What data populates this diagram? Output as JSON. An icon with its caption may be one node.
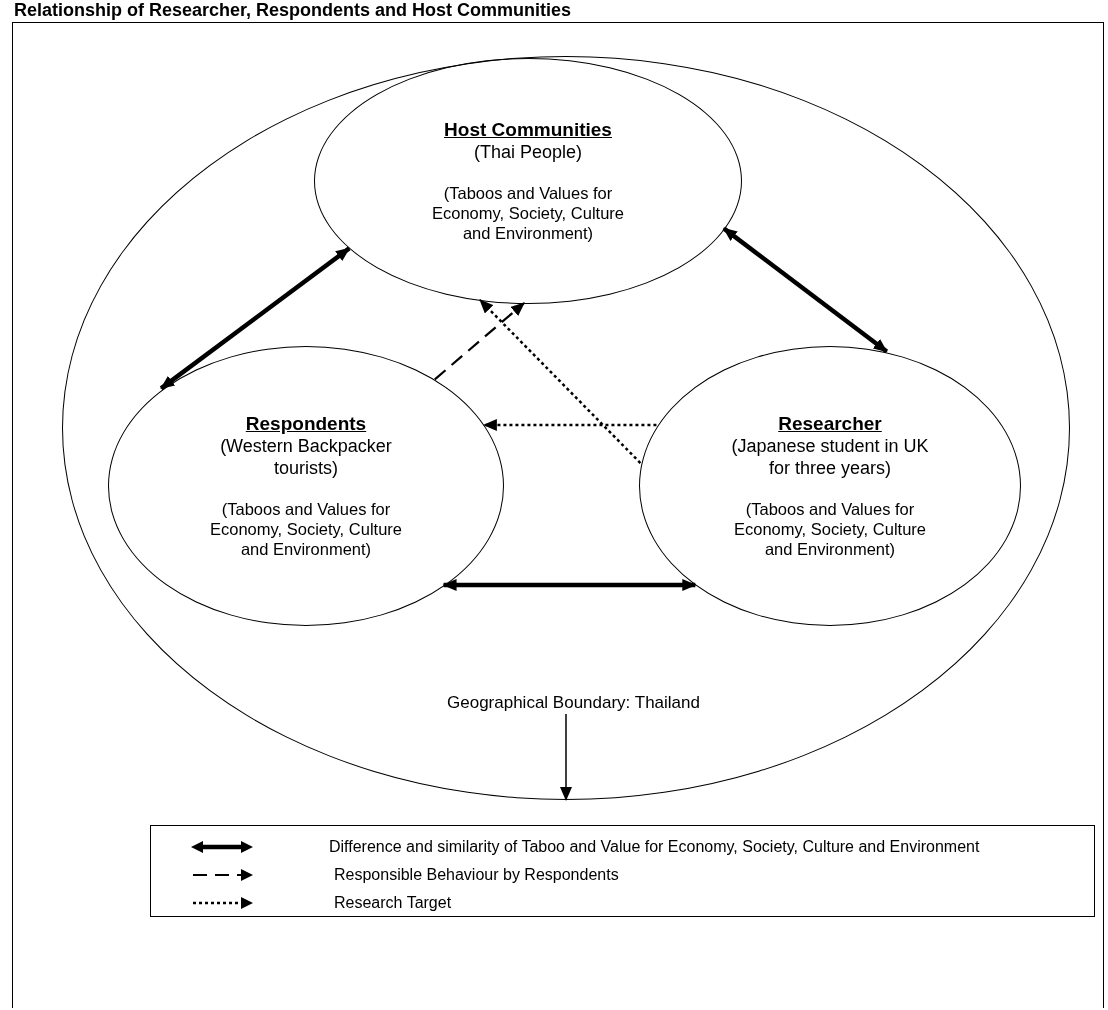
{
  "diagram": {
    "title": "Relationship of Researcher, Respondents and Host Communities",
    "nodes": [
      {
        "text": [],
        "shape": "circle"
      },
      {
        "text": [
          "Host Communities",
          "(Thai People)",
          "(Taboos and Values for Economy, Society, Culture and Environment)"
        ],
        "in": 0
      },
      {
        "text": [
          "Respondents",
          "(Western Backpacker tourists)",
          "(Taboos and Values for Economy, Society, Culture and Environment)"
        ],
        "in": 0
      },
      {
        "text": [
          "Researcher",
          "(Japanese student in UK for three years)",
          "(Taboos and Values for Economy, Society, Culture and Environment)"
        ],
        "in": 0
      },
      {
        "text": [
          "Geographical Boundary: Thailand"
        ],
        "in": 0
      }
    ],
    "edges": [
      {
        "from": 2,
        "to": 1,
        "arrow": "both",
        "style": "thick"
      },
      {
        "from": 1,
        "to": 3,
        "arrow": "both",
        "style": "thick"
      },
      {
        "from": 2,
        "to": 3,
        "arrow": "both",
        "style": "thick"
      },
      {
        "from": 2,
        "to": 1,
        "arrow": "to",
        "style": "dashed"
      },
      {
        "from": 3,
        "to": 1,
        "arrow": "to",
        "style": "dashed"
      },
      {
        "from": 3,
        "to": 2,
        "arrow": "to",
        "style": "dashed"
      },
      {
        "from": 4,
        "to": 0,
        "arrow": "to"
      }
    ],
    "legend": [
      {
        "text": "Difference and similarity of Taboo and Value for Economy, Society, Culture and Environment"
      },
      {
        "text": "Responsible Behaviour by Respondents"
      },
      {
        "text": "Research Target"
      }
    ]
  }
}
